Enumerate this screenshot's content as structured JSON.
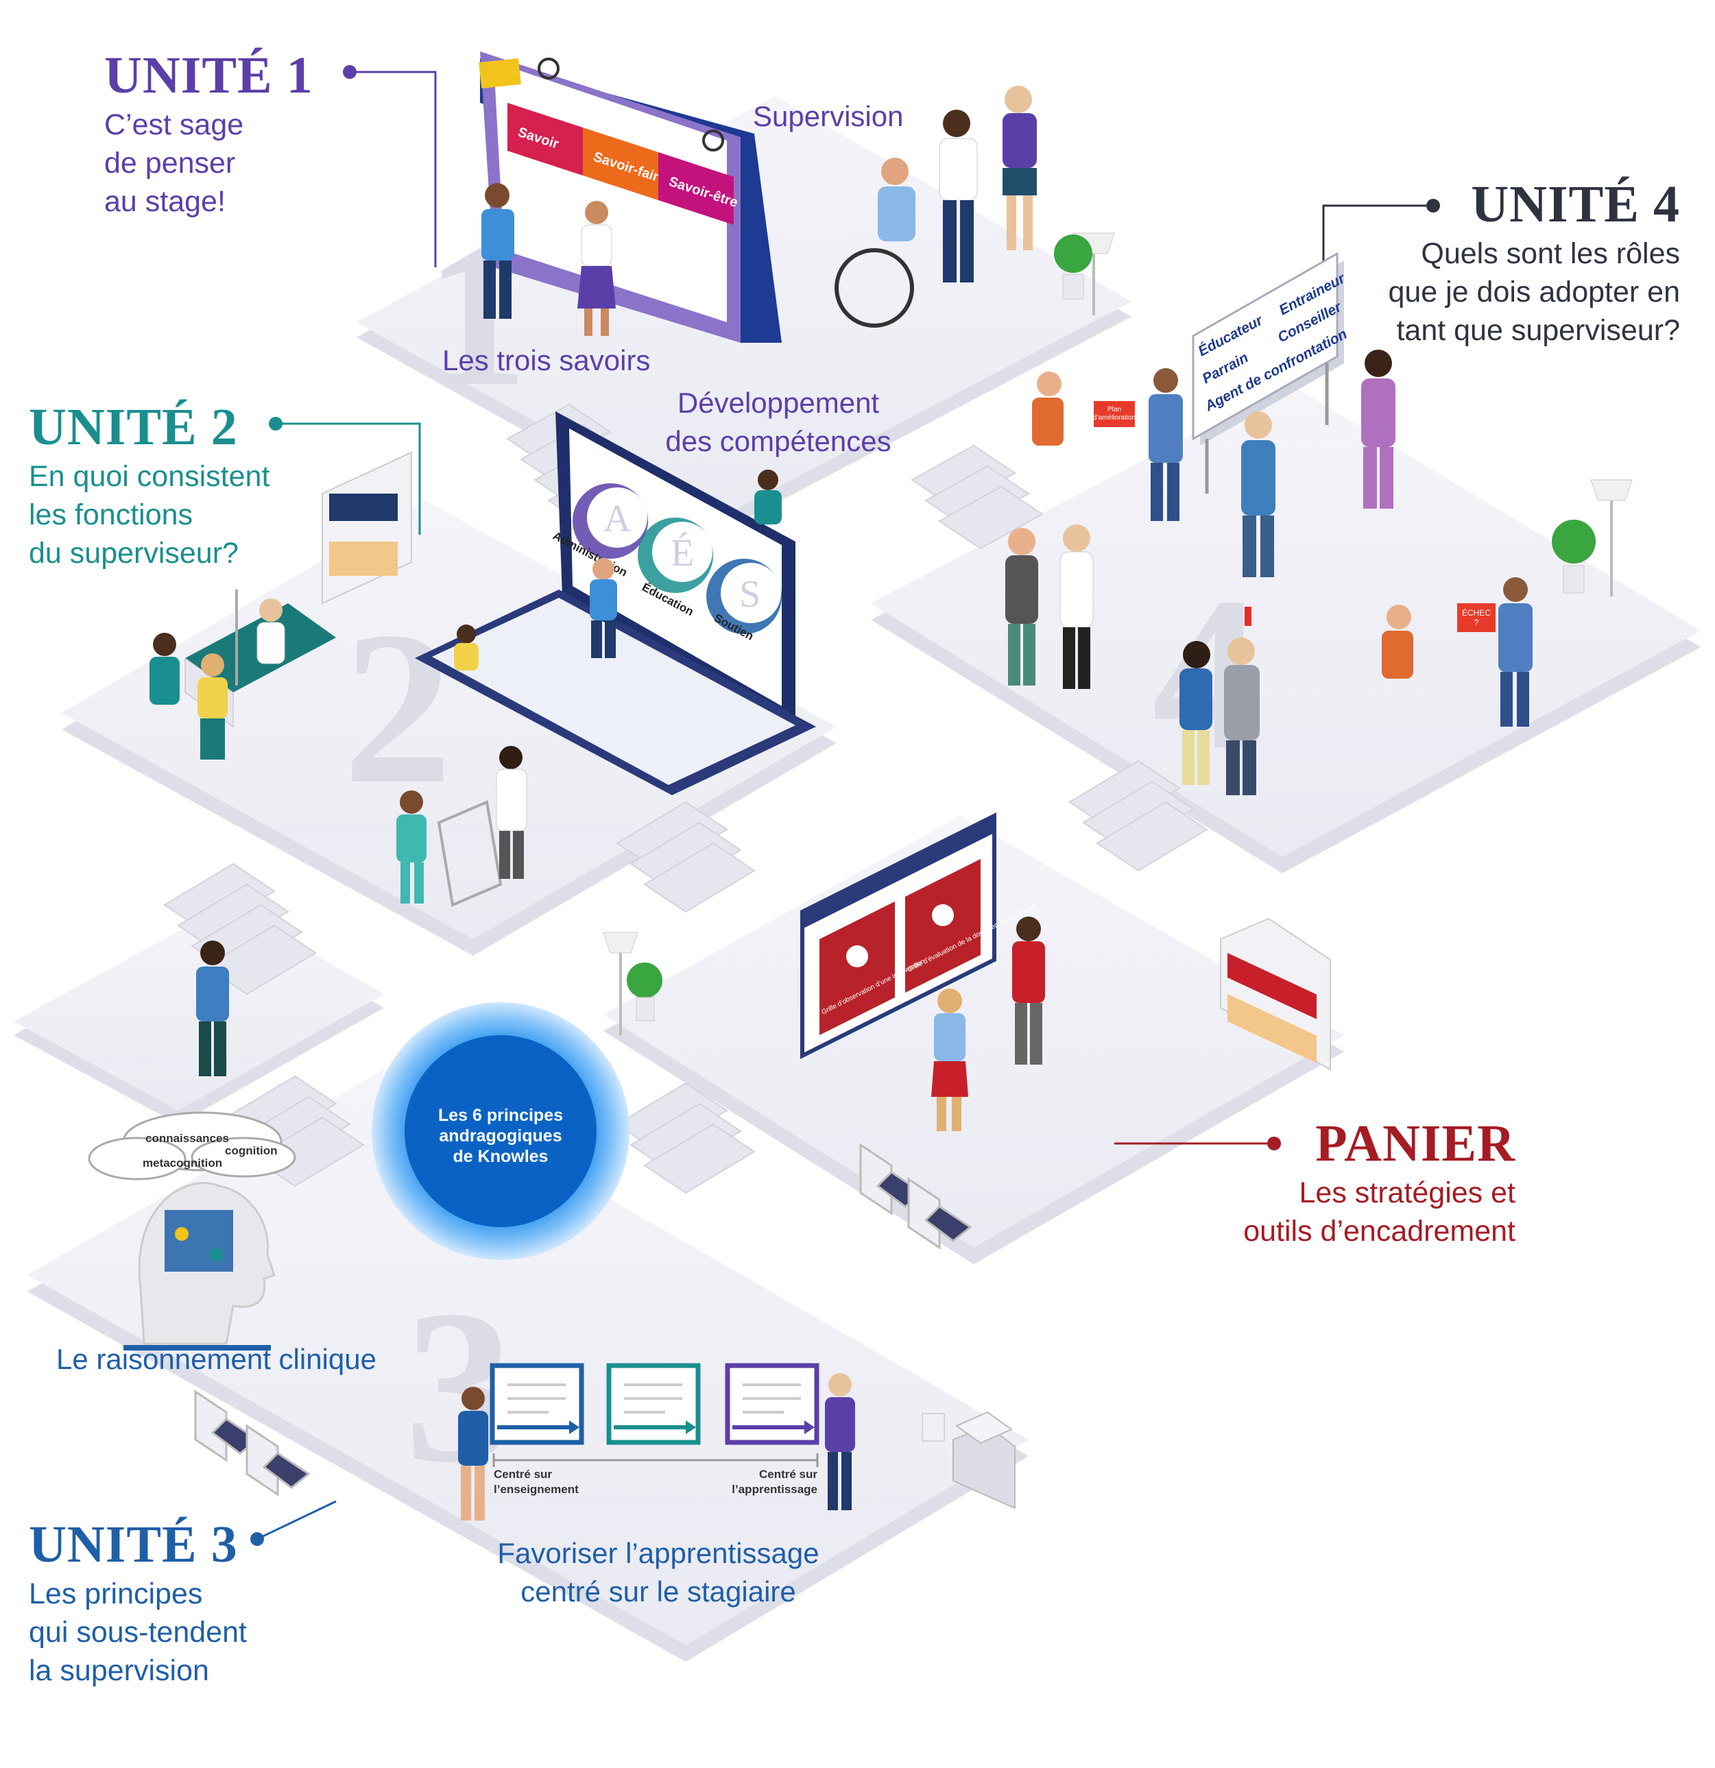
{
  "units": {
    "u1": {
      "title": "UNITÉ 1",
      "subtitle": "C’est sage\nde penser\nau stage!",
      "color": "#5b3fa8"
    },
    "u2": {
      "title": "UNITÉ 2",
      "subtitle": "En quoi consistent\nles fonctions\ndu superviseur?",
      "color": "#1a8f8f"
    },
    "u3": {
      "title": "UNITÉ 3",
      "subtitle": "Les principes\nqui sous-tendent\nla supervision",
      "color": "#1f5fa8"
    },
    "u4": {
      "title": "UNITÉ 4",
      "subtitle": "Quels sont les rôles\nque je dois adopter en\ntant que superviseur?",
      "color": "#2f3340"
    },
    "panier": {
      "title": "PANIER",
      "subtitle": "Les stratégies et\noutils d’encadrement",
      "color": "#a51c24"
    }
  },
  "captions": {
    "supervision": "Supervision",
    "trois_savoirs": "Les trois savoirs",
    "developpement": "Développement\ndes compétences",
    "raisonnement": "Le raisonnement clinique",
    "favoriser": "Favoriser l’apprentissage\ncentré sur le stagiaire"
  },
  "board_tabs": [
    "Savoir",
    "Savoir-faire",
    "Savoir-être"
  ],
  "tab_colors": [
    "#d6204f",
    "#ee6a1b",
    "#c4127d"
  ],
  "roles": [
    "Éducateur",
    "Entraineur",
    "Parrain",
    "Conseiller",
    "Agent de confrontation"
  ],
  "aes_words": [
    "Administration",
    "Éducation",
    "Soutien"
  ],
  "aes_letters": [
    "A",
    "É",
    "S"
  ],
  "knowles": "Les 6 principes\nandragogiques\nde Knowles",
  "cognition_words": [
    "connaissances",
    "cognition",
    "metacognition"
  ],
  "learning_scale": {
    "left": "Centré sur\nl’enseignement",
    "right": "Centré sur\nl’apprentissage"
  },
  "signs": [
    "Plan\nd’amélioration",
    "ÉCHEC\n?"
  ],
  "panier_screens": [
    "Grille d’observation d’une intervention",
    "Grille d’évaluation de la documentation clinique"
  ]
}
